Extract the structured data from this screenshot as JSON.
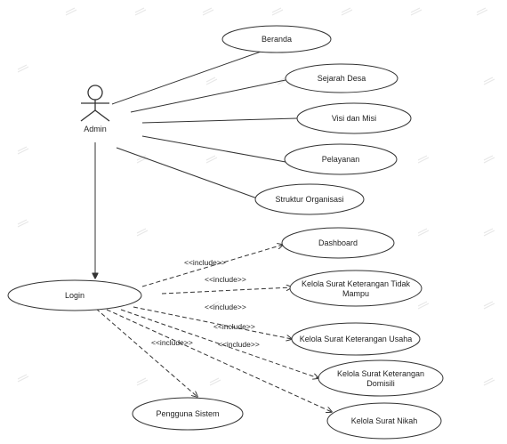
{
  "actor": {
    "name": "Admin",
    "icon": "stick-figure-actor-icon"
  },
  "use_cases": {
    "beranda": "Beranda",
    "sejarah_desa": "Sejarah Desa",
    "visi_misi": "Visi dan Misi",
    "pelayanan": "Pelayanan",
    "struktur": "Struktur Organisasi",
    "login": "Login",
    "dashboard": "Dashboard",
    "tidak_mampu_line1": "Kelola Surat Keterangan Tidak",
    "tidak_mampu_line2": "Mampu",
    "usaha": "Kelola Surat Keterangan Usaha",
    "domisili_line1": "Kelola Surat Keterangan",
    "domisili_line2": "Domisili",
    "nikah": "Kelola Surat Nikah",
    "pengguna": "Pengguna Sistem"
  },
  "include_label": "<<include>>",
  "colors": {
    "line": "#333333",
    "watermark": "#e6e6e6",
    "background": "#ffffff"
  }
}
